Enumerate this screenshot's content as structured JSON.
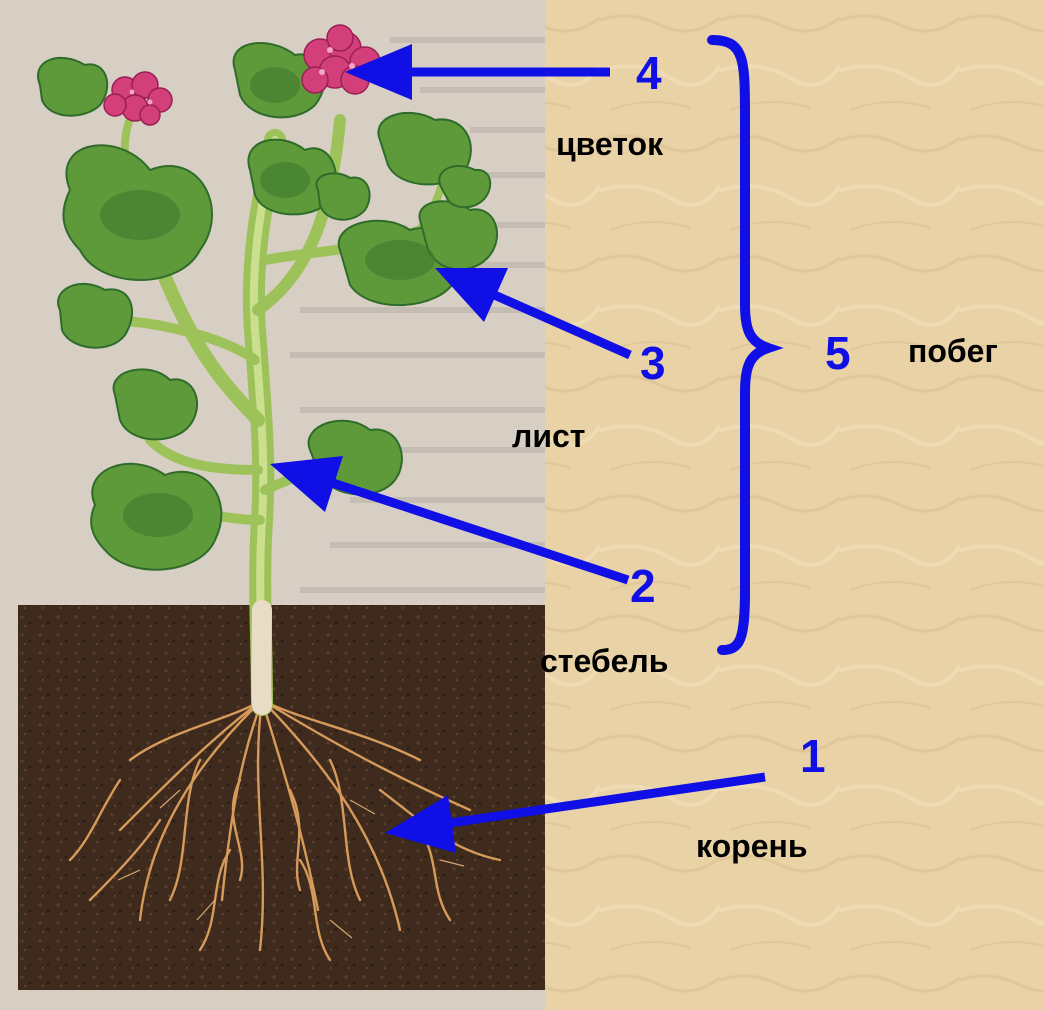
{
  "labels": {
    "root": "корень",
    "stem": "стебель",
    "leaf": "лист",
    "flower": "цветок",
    "shoot": "побег"
  },
  "numbers": {
    "root": "1",
    "stem": "2",
    "leaf": "3",
    "flower": "4",
    "shoot": "5"
  },
  "colors": {
    "background": "#e9d2a6",
    "soil": "#3f2a1e",
    "leaf": "#5f9a3a",
    "leaf_dark": "#2f6b2a",
    "stem": "#9ec25a",
    "flower": "#d23f79",
    "root": "#d69a5a",
    "arrow": "#0f0fe6",
    "page_panel": "#d6cec3"
  }
}
